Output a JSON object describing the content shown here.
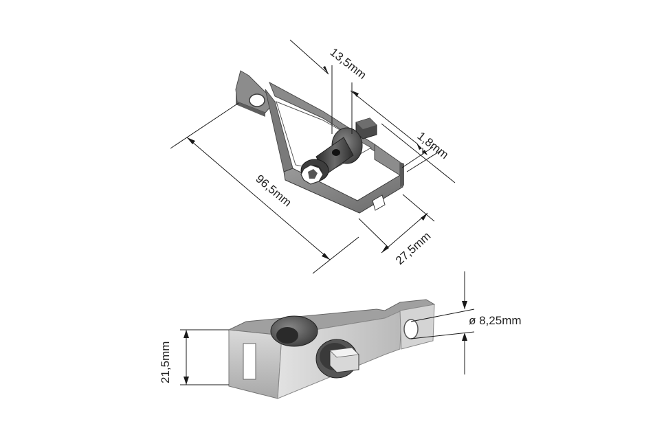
{
  "dimensions": {
    "top_width": "13,5mm",
    "thickness": "1,8mm",
    "length": "96,5mm",
    "depth": "27,5mm",
    "height": "21,5mm",
    "hole_diameter": "ø 8,25mm"
  },
  "colors": {
    "metal_light": "#d6d6d6",
    "metal_mid": "#a9a9a9",
    "metal_dark": "#6f6f6f",
    "metal_darkest": "#3c3c3c",
    "line": "#1a1a1a"
  }
}
